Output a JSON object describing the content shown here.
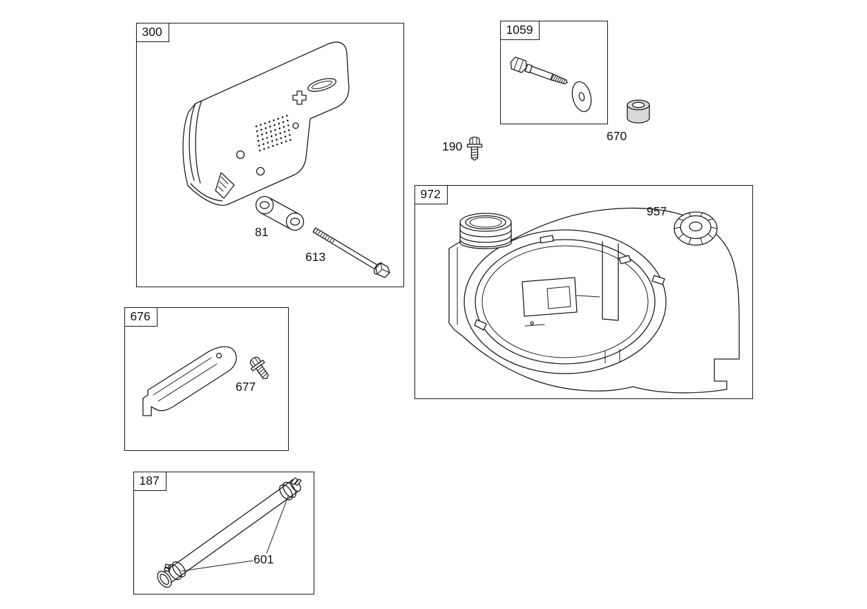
{
  "diagram": {
    "background": "#ffffff",
    "line_color": "#1a1a1a",
    "groups": [
      {
        "id": "300",
        "name": "muffler",
        "parts": [
          {
            "label": "81"
          },
          {
            "label": "613"
          }
        ]
      },
      {
        "id": "1059",
        "name": "shoulder-screw-and-washer",
        "parts": []
      },
      {
        "id": "972",
        "name": "blower-housing",
        "parts": [
          {
            "label": "957"
          }
        ]
      },
      {
        "id": "676",
        "name": "cover-guard",
        "parts": [
          {
            "label": "677"
          }
        ]
      },
      {
        "id": "187",
        "name": "tube",
        "parts": [
          {
            "label": "601"
          }
        ]
      }
    ],
    "loose_parts": [
      {
        "label": "190",
        "name": "screw"
      },
      {
        "label": "670",
        "name": "spacer-bushing"
      }
    ]
  }
}
